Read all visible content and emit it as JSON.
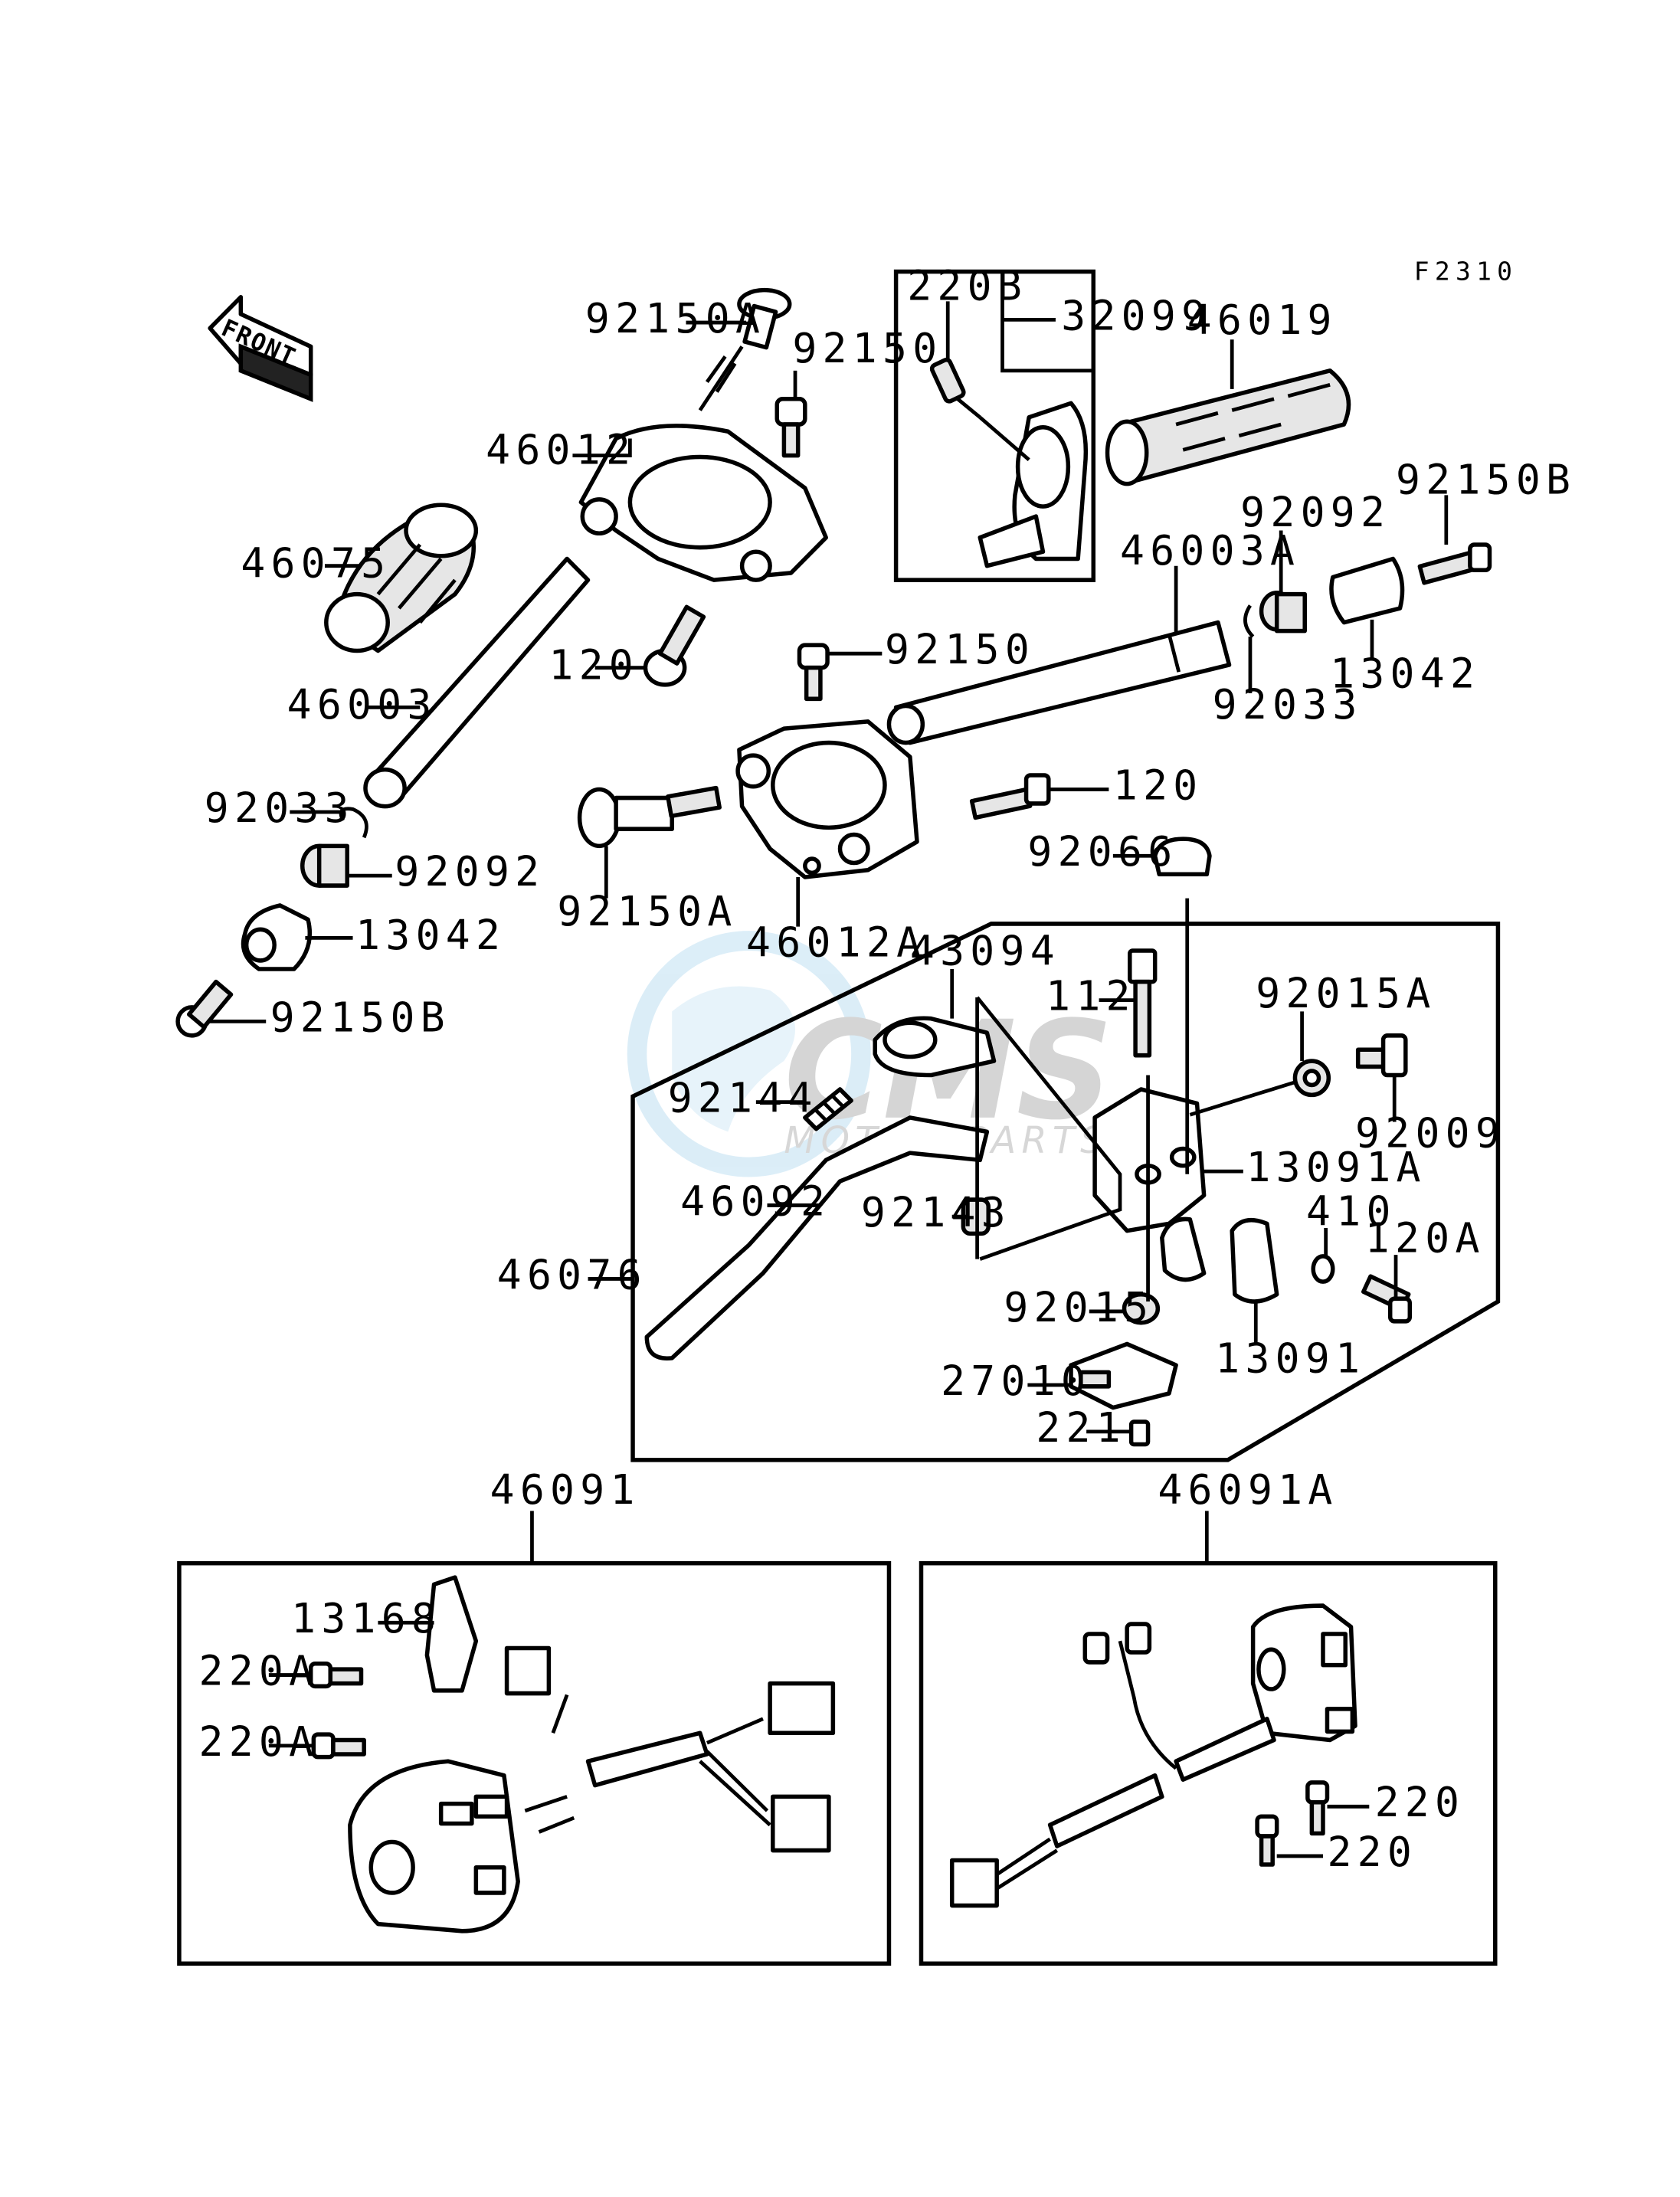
{
  "figure_code": "F2310",
  "front_label": "FRONT",
  "watermark": {
    "brand": "CMS",
    "sub": "MOTOR PARTS"
  },
  "labels": {
    "l_92150A_top": "92150A",
    "l_92150_top": "92150",
    "l_220B": "220B",
    "l_32099": "32099",
    "l_46019": "46019",
    "l_46012": "46012",
    "l_46075": "46075",
    "l_92150B_right": "92150B",
    "l_92092_right": "92092",
    "l_46003A": "46003A",
    "l_120_left": "120",
    "l_13042_right": "13042",
    "l_92033_right": "92033",
    "l_46003": "46003",
    "l_92150_mid": "92150",
    "l_120_right": "120",
    "l_92033_left": "92033",
    "l_92092_left": "92092",
    "l_92066": "92066",
    "l_13042_left": "13042",
    "l_92150A_bottom": "92150A",
    "l_46012A": "46012A",
    "l_43094": "43094",
    "l_92150B_left": "92150B",
    "l_112": "112",
    "l_92015A": "92015A",
    "l_92144": "92144",
    "l_92009": "92009",
    "l_13091A": "13091A",
    "l_46092": "46092",
    "l_92143": "92143",
    "l_410": "410",
    "l_120A": "120A",
    "l_46076": "46076",
    "l_92015": "92015",
    "l_13091": "13091",
    "l_27010": "27010",
    "l_221": "221",
    "l_46091": "46091",
    "l_46091A": "46091A",
    "l_13168": "13168",
    "l_220A_1": "220A",
    "l_220A_2": "220A",
    "l_220_1": "220",
    "l_220_2": "220"
  }
}
